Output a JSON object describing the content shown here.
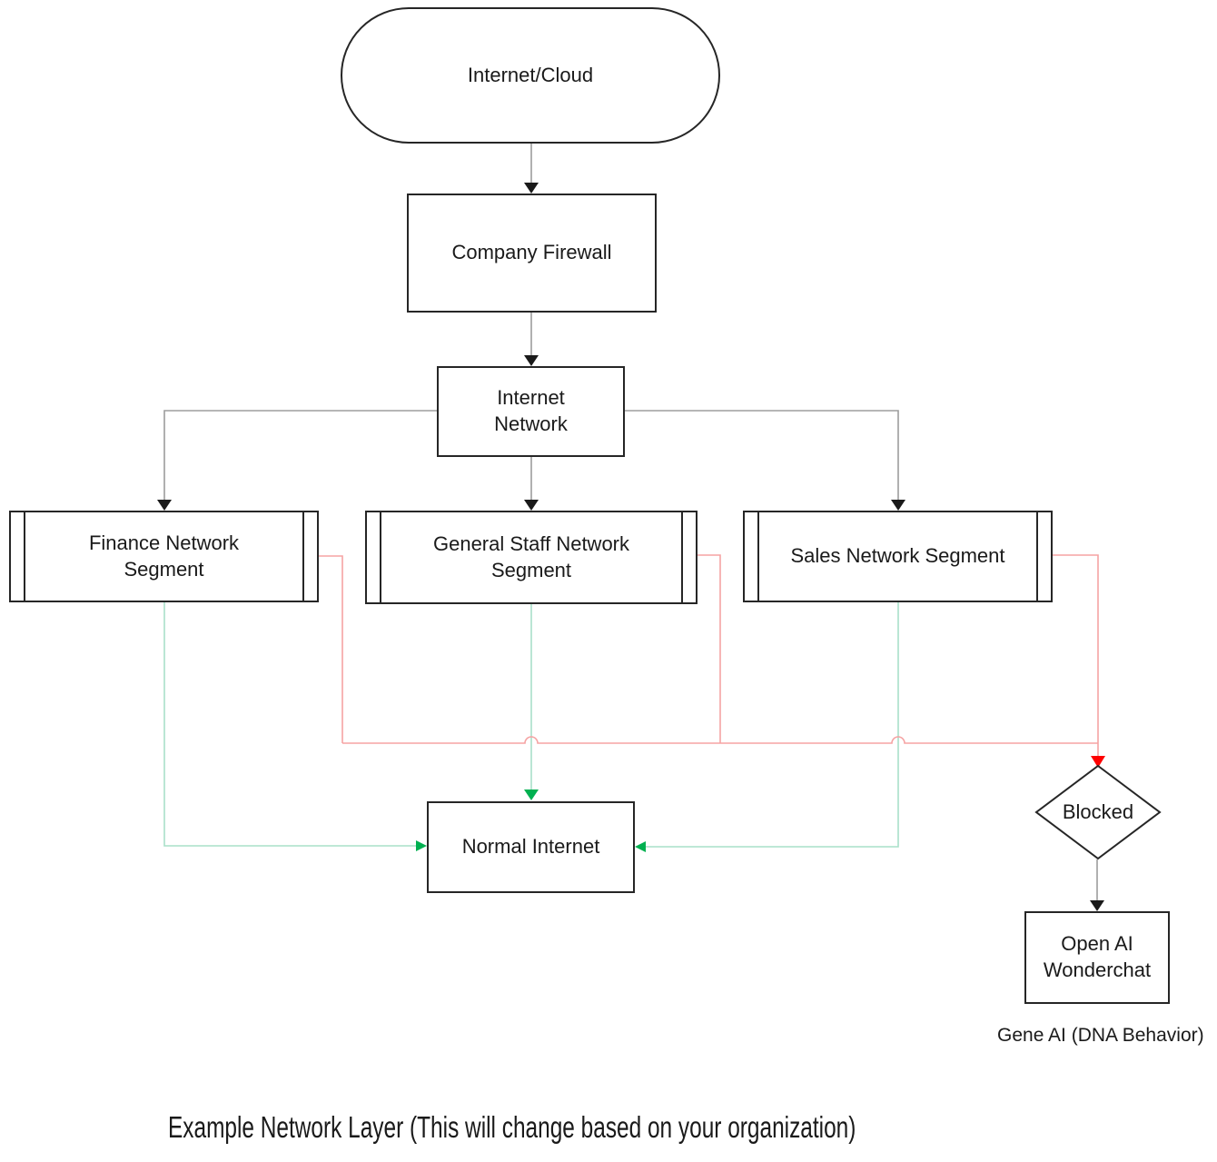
{
  "title": "Example Network Layer diagram",
  "colors": {
    "background": "#ffffff",
    "text": "#1a1a1a",
    "node_border": "#262626",
    "connector_gray": "#9d9d9d",
    "arrow_black": "#1a1a1a",
    "connector_red": "#f5a3a3",
    "arrow_red": "#fe0000",
    "connector_green": "#a9e0c9",
    "arrow_green": "#00b050"
  },
  "nodes": {
    "internet_cloud": "Internet/Cloud",
    "company_firewall": "Company Firewall",
    "internet_network": "Internet Network",
    "finance_segment": "Finance Network Segment",
    "general_segment": "General Staff Network Segment",
    "sales_segment": "Sales Network Segment",
    "normal_internet": "Normal Internet",
    "blocked": "Blocked",
    "open_ai_wonderchat": "Open AI Wonderchat"
  },
  "labels": {
    "gene_ai": "Gene AI (DNA Behavior)",
    "caption": "Example Network Layer (This will change based on your organization)"
  },
  "edges": [
    {
      "from": "internet_cloud",
      "to": "company_firewall",
      "color": "gray"
    },
    {
      "from": "company_firewall",
      "to": "internet_network",
      "color": "gray"
    },
    {
      "from": "internet_network",
      "to": "finance_segment",
      "color": "gray"
    },
    {
      "from": "internet_network",
      "to": "general_segment",
      "color": "gray"
    },
    {
      "from": "internet_network",
      "to": "sales_segment",
      "color": "gray"
    },
    {
      "from": "finance_segment",
      "to": "normal_internet",
      "color": "green"
    },
    {
      "from": "general_segment",
      "to": "normal_internet",
      "color": "green"
    },
    {
      "from": "sales_segment",
      "to": "normal_internet",
      "color": "green"
    },
    {
      "from": "finance_segment",
      "to": "blocked",
      "color": "red"
    },
    {
      "from": "general_segment",
      "to": "blocked",
      "color": "red"
    },
    {
      "from": "sales_segment",
      "to": "blocked",
      "color": "red"
    },
    {
      "from": "blocked",
      "to": "open_ai_wonderchat",
      "color": "gray"
    }
  ]
}
